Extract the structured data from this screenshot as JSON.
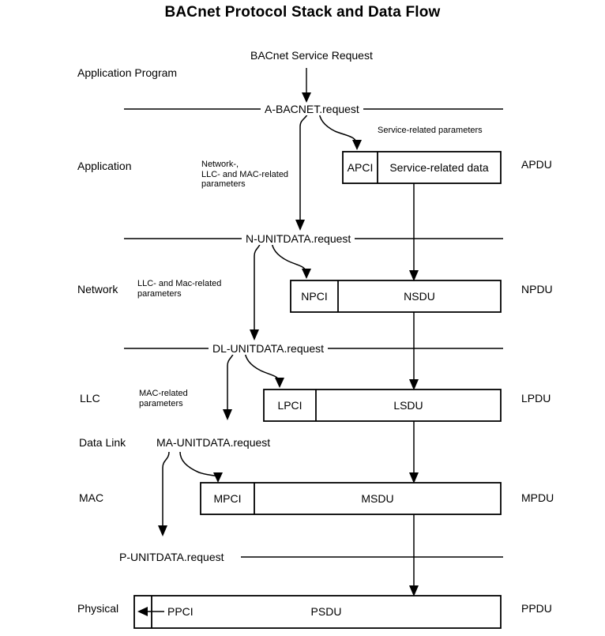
{
  "title": "BACnet Protocol Stack and Data Flow",
  "top_flow": {
    "service_request_label": "BACnet Service Request"
  },
  "layers": [
    {
      "name": "Application Program",
      "pdu": ""
    },
    {
      "name": "Application",
      "pdu": "APDU"
    },
    {
      "name": "Network",
      "pdu": "NPDU"
    },
    {
      "name": "LLC",
      "pdu": "LPDU"
    },
    {
      "name": "Data Link",
      "pdu": ""
    },
    {
      "name": "MAC",
      "pdu": "MPDU"
    },
    {
      "name": "Physical",
      "pdu": "PPDU"
    }
  ],
  "layer_labels": {
    "application_program": "Application Program",
    "application": "Application",
    "network": "Network",
    "llc": "LLC",
    "data_link": "Data Link",
    "mac": "MAC",
    "physical": "Physical"
  },
  "pdu_labels": {
    "apdu": "APDU",
    "npdu": "NPDU",
    "lpdu": "LPDU",
    "mpdu": "MPDU",
    "ppdu": "PPDU"
  },
  "service_primitives": {
    "a_bacnet": "A-BACNET.request",
    "n_unitdata": "N-UNITDATA.request",
    "dl_unitdata": "DL-UNITDATA.request",
    "ma_unitdata": "MA-UNITDATA.request",
    "p_unitdata": "P-UNITDATA.request"
  },
  "parameter_notes": {
    "service_related": "Service-related parameters",
    "network_llc_mac": "Network-,\nLLC- and MAC-related\nparameters",
    "network_llc_mac_line1": "Network-,",
    "network_llc_mac_line2": "LLC- and MAC-related",
    "network_llc_mac_line3": "parameters",
    "llc_mac_line1": "LLC- and Mac-related",
    "llc_mac_line2": "parameters",
    "mac_line1": "MAC-related",
    "mac_line2": "parameters"
  },
  "pdus": {
    "apdu": {
      "pci": "APCI",
      "sdu": "Service-related data"
    },
    "npdu": {
      "pci": "NPCI",
      "sdu": "NSDU"
    },
    "lpdu": {
      "pci": "LPCI",
      "sdu": "LSDU"
    },
    "mpdu": {
      "pci": "MPCI",
      "sdu": "MSDU"
    },
    "ppdu": {
      "pci": "PPCI",
      "sdu": "PSDU"
    }
  },
  "colors": {
    "stroke": "#000000",
    "text": "#000000",
    "background": "#ffffff"
  }
}
